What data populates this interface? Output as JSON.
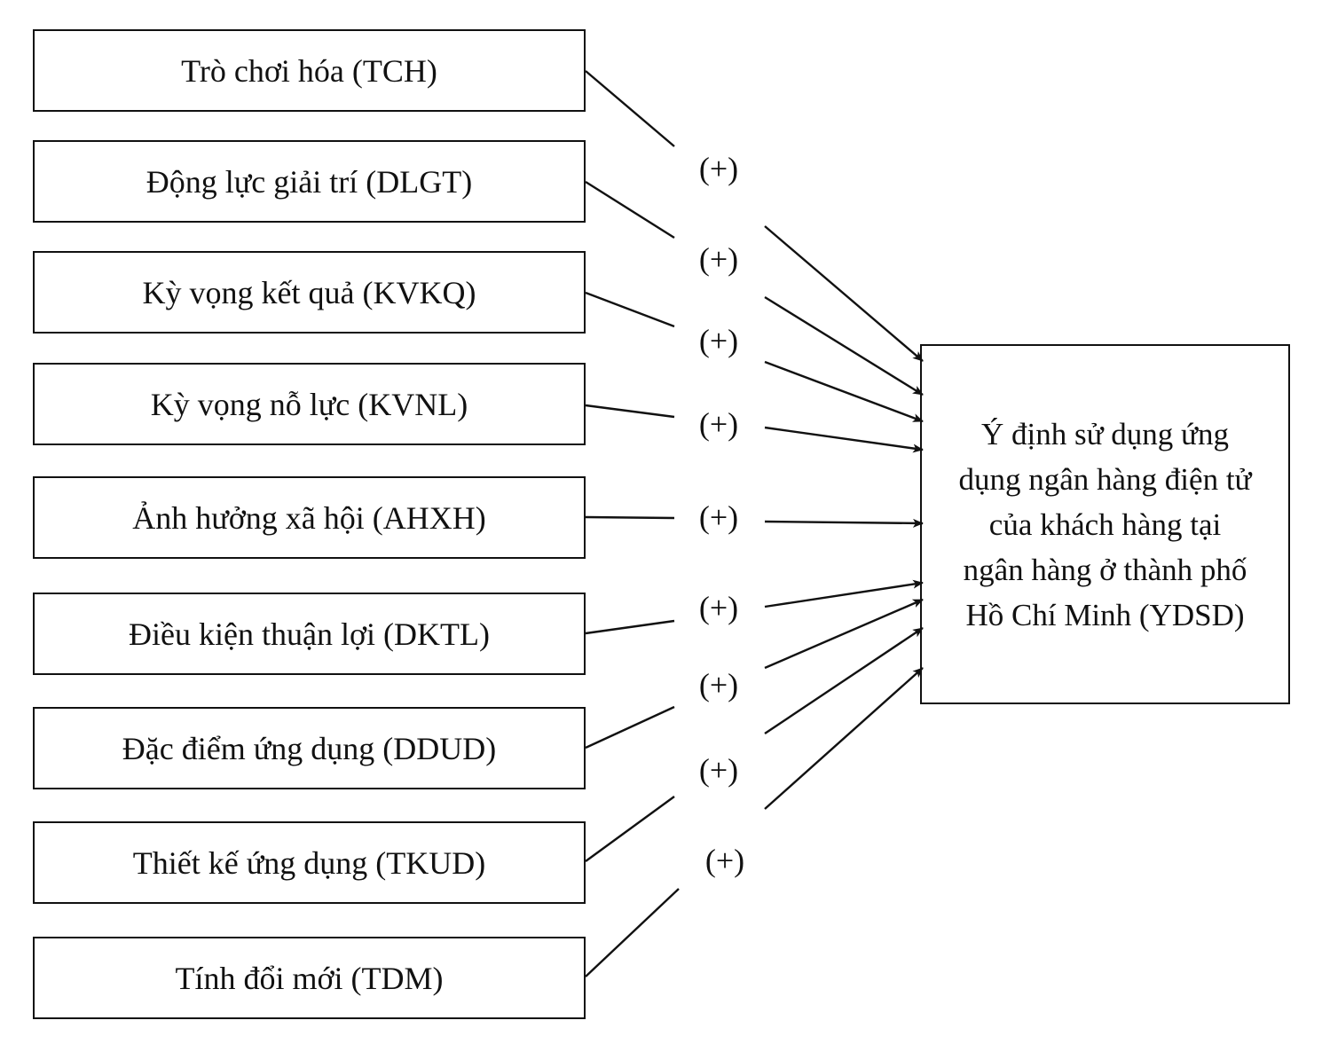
{
  "diagram": {
    "factors": [
      {
        "label": "Trò chơi hóa (TCH)"
      },
      {
        "label": "Động lực giải trí (DLGT)"
      },
      {
        "label": "Kỳ vọng kết quả (KVKQ)"
      },
      {
        "label": "Kỳ vọng nỗ lực (KVNL)"
      },
      {
        "label": "Ảnh hưởng xã hội (AHXH)"
      },
      {
        "label": "Điều kiện thuận lợi (DKTL)"
      },
      {
        "label": "Đặc điểm ứng dụng (DDUD)"
      },
      {
        "label": "Thiết kế ứng dụng (TKUD)"
      },
      {
        "label": "Tính đổi mới (TDM)"
      }
    ],
    "signs": [
      "(+)",
      "(+)",
      "(+)",
      "(+)",
      "(+)",
      "(+)",
      "(+)",
      "(+)",
      "(+)"
    ],
    "target": {
      "line1": "Ý định sử dụng ứng",
      "line2": "dụng ngân hàng điện tử",
      "line3": "của khách hàng tại",
      "line4": "ngân hàng ở thành phố",
      "line5": "Hồ Chí Minh (YDSD)"
    },
    "line_color": "#111111"
  }
}
